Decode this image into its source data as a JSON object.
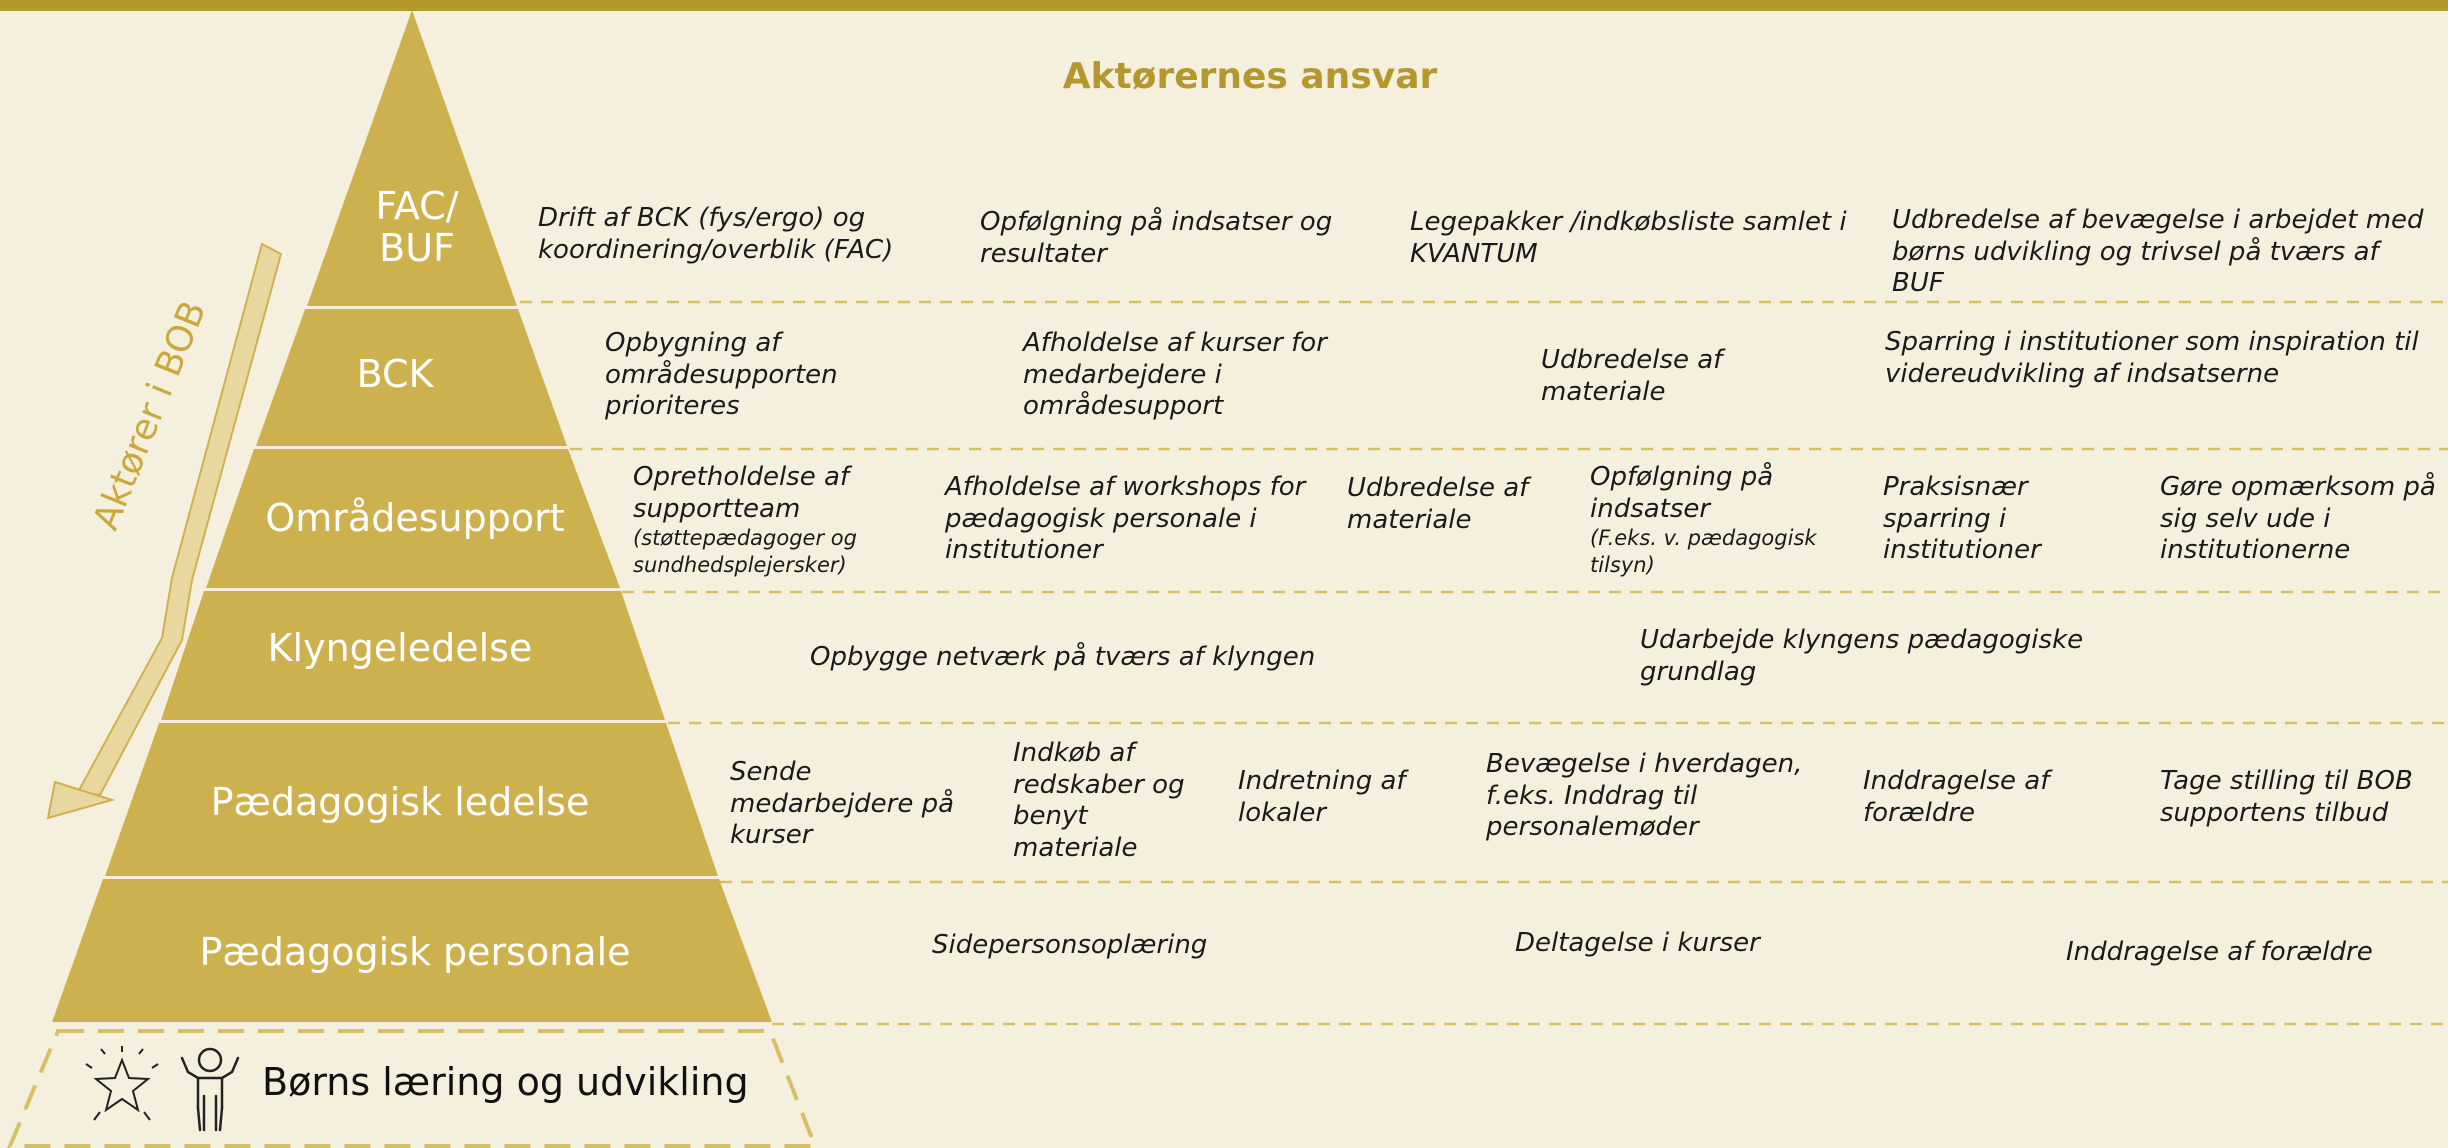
{
  "title": "Aktørernes ansvar",
  "side_arrow_label": "Aktører i BOB",
  "colors": {
    "gold": "#b4982e",
    "pyramid": "#cdb14f",
    "background": "#f5f0dd",
    "dash": "#d7bf66"
  },
  "levels": {
    "fac_buf_line1": "FAC/",
    "fac_buf_line2": "BUF",
    "bck": "BCK",
    "omraadesupport": "Områdesupport",
    "klyngeledelse": "Klyngeledelse",
    "paedagogisk_ledelse": "Pædagogisk ledelse",
    "paedagogisk_personale": "Pædagogisk personale"
  },
  "base": {
    "label": "Børns læring og udvikling",
    "icons": [
      "star-icon",
      "child-icon"
    ]
  },
  "rows": {
    "fac": [
      "Drift af BCK (fys/ergo) og koordinering/overblik (FAC)",
      "Opfølgning på indsatser og resultater",
      "Legepakker /indkøbsliste samlet i KVANTUM",
      "Udbredelse af bevægelse i arbejdet med børns udvikling og trivsel på tværs af BUF"
    ],
    "bck": [
      "Opbygning af områdesupporten prioriteres",
      "Afholdelse af kurser for medarbejdere i områdesupport",
      "Udbredelse af materiale",
      "Sparring i institutioner som inspiration til videreudvikling af indsatserne"
    ],
    "omraade": {
      "c1_main": "Opretholdelse af supportteam",
      "c1_note": "(støttepædagoger og sundhedsplejersker)",
      "c2": "Afholdelse af workshops for pædagogisk personale i institutioner",
      "c3": "Udbredelse af materiale",
      "c4_main": "Opfølgning på indsatser",
      "c4_note": "(F.eks. v. pædagogisk tilsyn)",
      "c5": "Praksisnær sparring i institutioner",
      "c6": "Gøre opmærksom på sig selv ude i institutionerne"
    },
    "klynge": [
      "Opbygge netværk på tværs af klyngen",
      "Udarbejde klyngens pædagogiske grundlag"
    ],
    "ledelse": [
      "Sende medarbejdere på kurser",
      "Indkøb af redskaber og benyt materiale",
      "Indretning af lokaler",
      "Bevægelse i hverdagen, f.eks. Inddrag til personalemøder",
      "Inddragelse af forældre",
      "Tage stilling til BOB supportens tilbud"
    ],
    "personale": [
      "Sidepersonsoplæring",
      "Deltagelse i kurser",
      "Inddragelse af forældre"
    ]
  }
}
